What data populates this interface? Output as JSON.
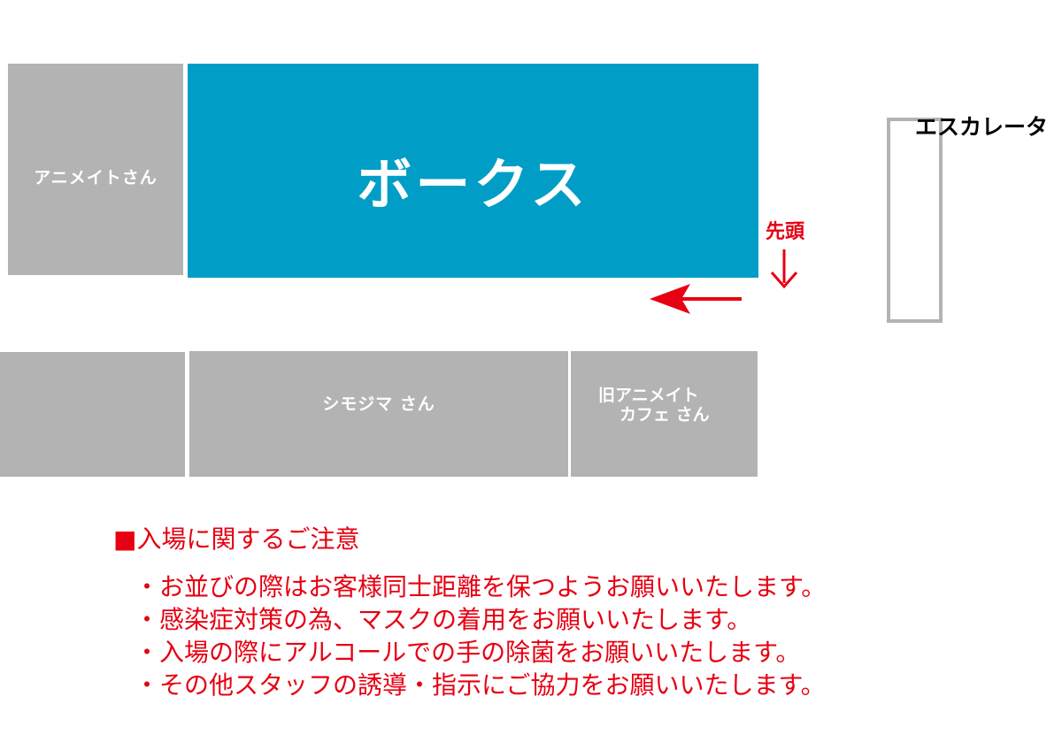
{
  "stores": {
    "animate": "アニメイトさん",
    "boxes": "ボークス",
    "shimojima": "シモジマ さん",
    "old_animate_cafe_line1": "旧アニメイト",
    "old_animate_cafe_line2": "カフェ さん"
  },
  "escalator_label": "エスカレータ",
  "queue_head_label": "先頭",
  "notice": {
    "title": "■入場に関するご注意",
    "items": [
      "・お並びの際はお客様同士距離を保つようお願いいたします。",
      "・感染症対策の為、マスクの着用をお願いいたします。",
      "・入場の際にアルコールでの手の除菌をお願いいたします。",
      "・その他スタッフの誘導・指示にご協力をお願いいたします。"
    ]
  },
  "colors": {
    "boxes_block": "#009ec6",
    "neighbor_block": "#b3b3b3",
    "notice_text": "#e60012",
    "arrow": "#e60012"
  },
  "icons": [
    "down-arrow-icon",
    "left-arrow-icon"
  ]
}
